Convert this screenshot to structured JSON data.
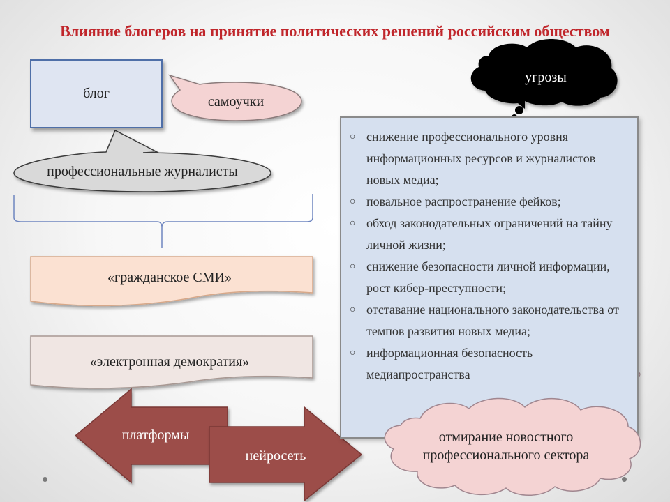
{
  "title": "Влияние блогеров на принятие политических решений российским обществом",
  "blog_box": {
    "label": "блог"
  },
  "self_taught": {
    "label": "самоучки"
  },
  "journalists": {
    "label": "профессиональные журналисты"
  },
  "threats": {
    "label": "угрозы",
    "items": [
      "снижение профессионального уровня информационных ресурсов и журналистов новых медиа;",
      "повальное распространение фейков;",
      "обход законодательных ограничений на тайну личной жизни;",
      "снижение безопасности личной информации, рост кибер-преступности;",
      "отставание национального законодательства от темпов развития новых медиа;",
      "информационная безопасность медиапространства"
    ]
  },
  "civic_media": {
    "label": "«гражданское СМИ»"
  },
  "e_democracy": {
    "label": "«электронная демократия»"
  },
  "arrows": {
    "platforms": "платформы",
    "neural": "нейросеть"
  },
  "dying_sector": {
    "label": "отмирание новостного профессионального сектора"
  },
  "colors": {
    "title": "#c0262b",
    "blog_fill": "#dfe5f2",
    "pink_fill": "#f4d3d3",
    "threat_cloud": "#000000",
    "panel_fill": "#d6e0ef",
    "arrow_fill": "#9c4d4a",
    "civic_fill": "#fbe1d2",
    "edemo_fill": "#f0e6e3"
  }
}
